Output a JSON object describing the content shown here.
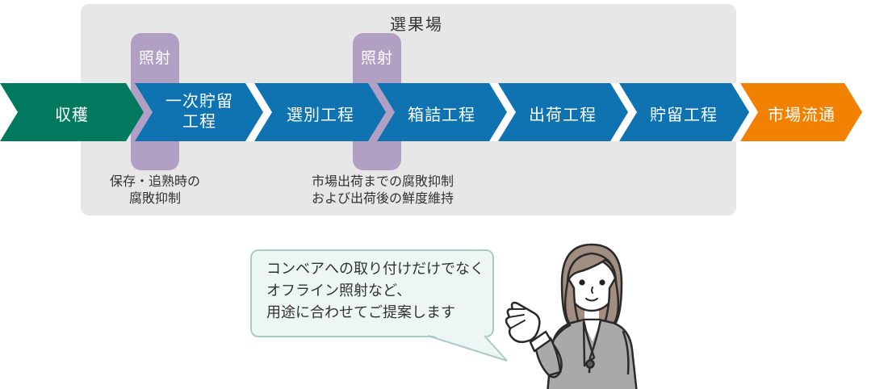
{
  "facility": {
    "label": "選果場"
  },
  "irradiation_markers": [
    {
      "label": "照射",
      "caption": [
        "保存・追熟時の",
        "腐敗抑制"
      ]
    },
    {
      "label": "照射",
      "caption": [
        "市場出荷までの腐敗抑制",
        "および出荷後の鮮度維持"
      ]
    }
  ],
  "process_steps": [
    {
      "label": "収穫",
      "role": "start",
      "color": "#00795e"
    },
    {
      "label": "一次貯留工程",
      "role": "process",
      "color": "#0e73b0"
    },
    {
      "label": "選別工程",
      "role": "process",
      "color": "#0e73b0"
    },
    {
      "label": "箱詰工程",
      "role": "process",
      "color": "#0e73b0"
    },
    {
      "label": "出荷工程",
      "role": "process",
      "color": "#0e73b0"
    },
    {
      "label": "貯留工程",
      "role": "process",
      "color": "#0e73b0"
    },
    {
      "label": "市場流通",
      "role": "end",
      "color": "#f28100"
    }
  ],
  "speech_bubble": {
    "lines": [
      "コンベアへの取り付けだけでなく",
      "オフライン照射など、",
      "用途に合わせてご提案します"
    ]
  },
  "colors": {
    "panel_bg": "#e7e7e7",
    "irradiation_bar": "#b2a0c4",
    "arrow_green": "#00795e",
    "arrow_blue": "#0e73b0",
    "arrow_orange": "#f28100",
    "bubble_bg": "#ecf6f3",
    "bubble_border": "#a9cbc8",
    "text_dark": "#333333"
  }
}
